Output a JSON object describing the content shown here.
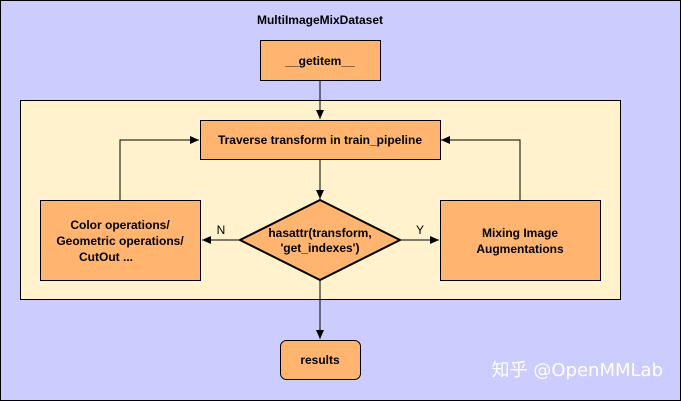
{
  "diagram": {
    "title": "MultiImageMixDataset",
    "nodes": {
      "getitem": "__getitem__",
      "traverse": "Traverse transform in train_pipeline",
      "decision_line1": "hasattr(transform,",
      "decision_line2": "'get_indexes')",
      "left_line1": "Color operations/",
      "left_line2": "Geometric operations/",
      "left_line3": "CutOut ...",
      "right_line1": "Mixing Image",
      "right_line2": "Augmentations",
      "results": "results"
    },
    "edges": {
      "no_label": "N",
      "yes_label": "Y"
    },
    "watermark": "知乎 @OpenMMLab"
  },
  "colors": {
    "outer_bg": "#ccccff",
    "inner_bg": "#fff2cc",
    "node_fill": "#ffb570",
    "node_stroke": "#000000",
    "inner_stroke": "#000000"
  }
}
